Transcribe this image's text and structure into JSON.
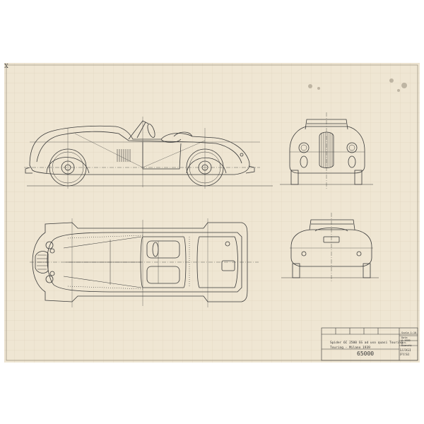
{
  "sheet": {
    "corner_mark": "X",
    "colors": {
      "paper": "#efe6d3",
      "ink": "#3a3a3a",
      "grid": "#d9cdb6"
    }
  },
  "title_block": {
    "line1": "Spider 6C 2500 SS ad uso quasi Touring",
    "line2": "Touring - Milano 1939",
    "drawing_number": "65000",
    "scale": "Scala 1:10",
    "date": "Data 6.1939",
    "drawn": "Dis. Bianchi",
    "signature": "LUIGI FUSI"
  }
}
